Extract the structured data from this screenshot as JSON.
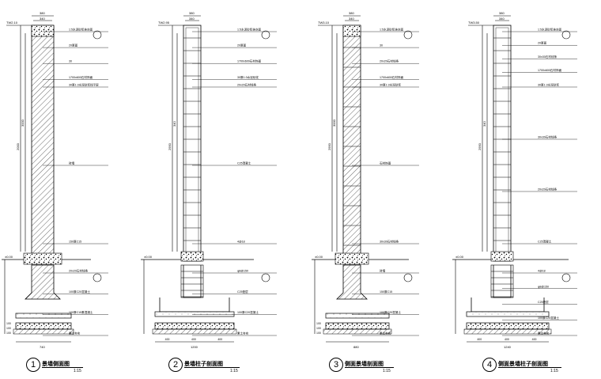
{
  "drawings": [
    {
      "number": "1",
      "title": "景墙侧面图",
      "scale": "1:15",
      "dims": {
        "top_total": "380",
        "top_inner": "340",
        "height": "2000",
        "height_inner": "3000",
        "base_width": "740",
        "base_levels": [
          "100",
          "100",
          "100"
        ]
      },
      "level_label": "±0.00",
      "top_level": "TW2.10",
      "callouts": [
        "1:5水泥砂浆抹灰面",
        "20厚面",
        "30",
        "1700x600石材饰面",
        "30厚1:3水泥砂浆找平层",
        "砖墙",
        "150厚C15",
        "20x20石材线条",
        "100厚C20混凝土",
        "100厚C15素混凝土",
        "素土夯实"
      ]
    },
    {
      "number": "2",
      "title": "景墙柱子剖面图",
      "scale": "1:15",
      "dims": {
        "top_total": "380",
        "top_inner": "340",
        "height": "2950",
        "height_inner": "340",
        "base_width": "1200",
        "base_parts": [
          "400",
          "400",
          "400"
        ]
      },
      "level_label": "±0.00",
      "top_level": "TW2.95",
      "callouts": [
        "1:5水泥砂浆抹灰面",
        "20厚面",
        "1700x600石材饰面",
        "30厚1:3水泥砂浆",
        "20x20石材线条",
        "C25混凝土",
        "4@18",
        "φ8@150",
        "C25垫层",
        "100厚C20混凝土",
        "素土夯实"
      ]
    },
    {
      "number": "3",
      "title": "侧面景墙剖面图",
      "scale": "1:15",
      "dims": {
        "top_total": "380",
        "top_inner": "340",
        "height": "2950",
        "height_inner": "3000",
        "base_width": "880",
        "base_levels": [
          "100",
          "100",
          "100"
        ]
      },
      "level_label": "±0.00",
      "top_level": "TW3.10",
      "callouts": [
        "1:5水泥砂浆抹灰面",
        "30",
        "20x20石材线条",
        "1700x600石材饰面",
        "30厚1:3水泥砂浆",
        "石材饰面",
        "30x30石材线条",
        "砖墙",
        "150厚C15",
        "100厚C20混凝土",
        "素土夯实"
      ]
    },
    {
      "number": "4",
      "title": "侧面景墙柱子剖面图",
      "scale": "1:15",
      "dims": {
        "top_total": "380",
        "top_inner": "340",
        "height": "2950",
        "height_inner": "340",
        "base_width": "1240",
        "base_parts": [
          "400",
          "400",
          "400"
        ]
      },
      "level_label": "±0.00",
      "top_level": "TW3.50",
      "callouts": [
        "1:5水泥砂浆抹灰面",
        "20厚面",
        "30x30石材线条",
        "1700x600石材饰面",
        "30厚1:3水泥砂浆",
        "30x30石材线条",
        "20x20石材线条",
        "C25混凝土",
        "4@18",
        "φ8@150",
        "C25垫层",
        "100厚C20混凝土",
        "素土夯实"
      ]
    }
  ]
}
